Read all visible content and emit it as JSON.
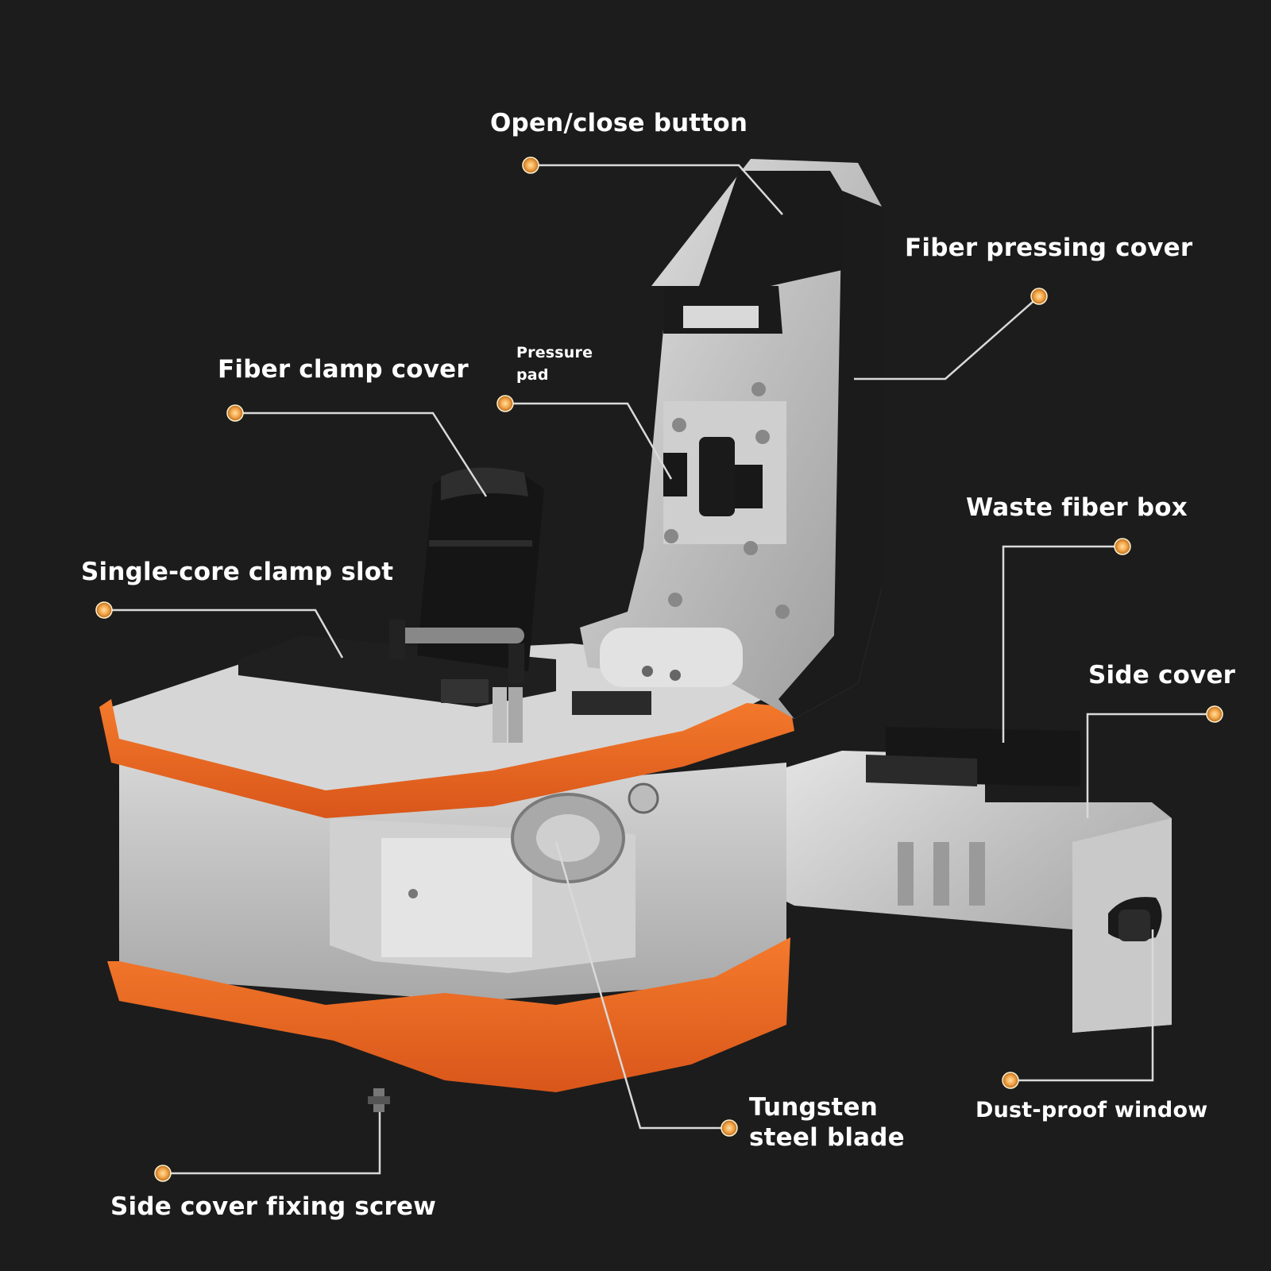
{
  "colors": {
    "background": "#1c1c1c",
    "accent_orange": "#f06a1e",
    "callout_dot": "#f3a64a",
    "callout_line": "#d9d9d9",
    "label_text": "#ffffff"
  },
  "callouts": {
    "open_close_button": "Open/close button",
    "fiber_pressing_cover": "Fiber pressing cover",
    "pressure_pad": {
      "line1": "Pressure",
      "line2": "pad"
    },
    "fiber_clamp_cover": "Fiber clamp cover",
    "single_core_clamp_slot": "Single-core clamp slot",
    "waste_fiber_box": "Waste fiber box",
    "side_cover": "Side cover",
    "tungsten_steel_blade": {
      "line1": "Tungsten",
      "line2": "steel blade"
    },
    "dust_proof_window": "Dust-proof window",
    "side_cover_fixing_screw": "Side cover fixing screw"
  }
}
